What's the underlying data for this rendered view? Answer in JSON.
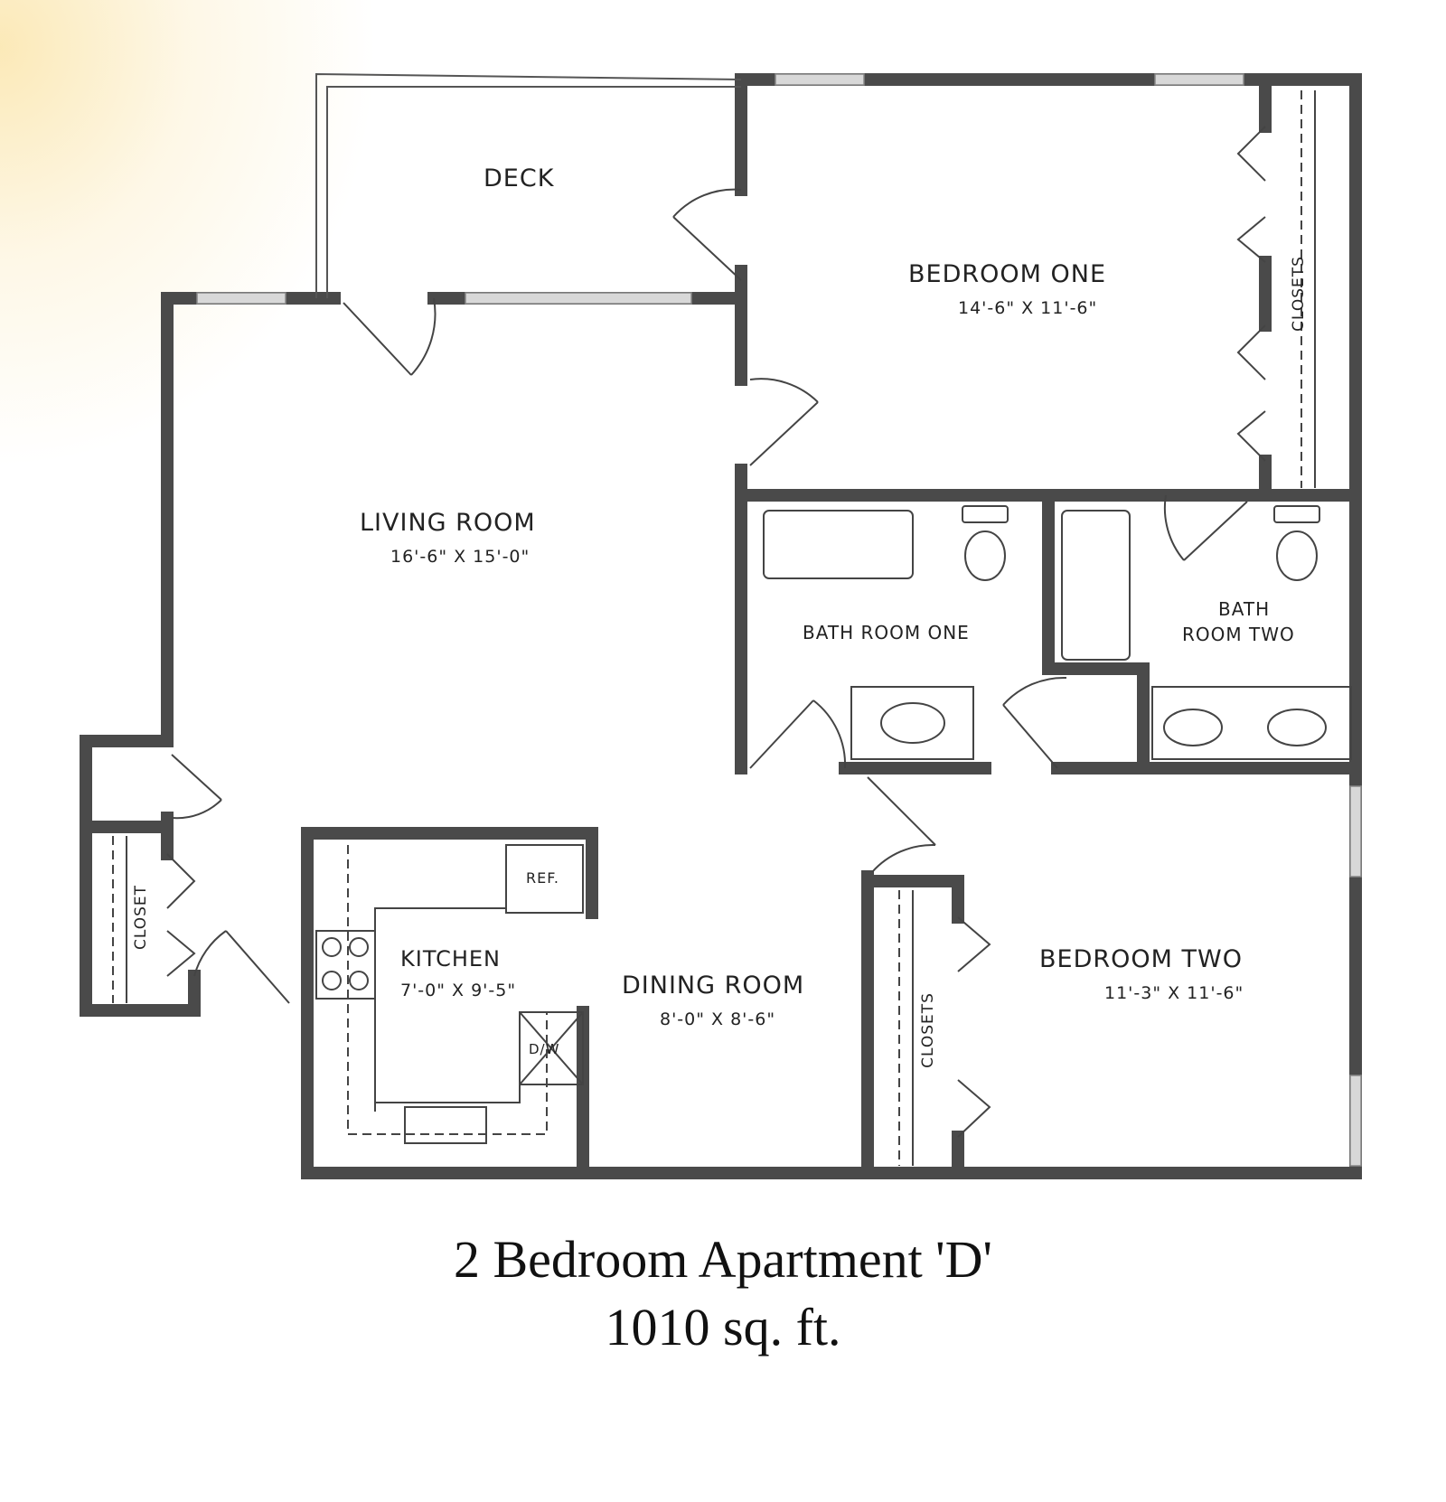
{
  "plan": {
    "title": "2 Bedroom Apartment 'D'",
    "area": "1010 sq. ft."
  },
  "rooms": {
    "deck": {
      "label": "DECK"
    },
    "bedroom_one": {
      "label": "BEDROOM ONE",
      "dimensions": "14'-6\" X 11'-6\""
    },
    "living_room": {
      "label": "LIVING ROOM",
      "dimensions": "16'-6\" X 15'-0\""
    },
    "bath_one": {
      "label": "BATH ROOM ONE"
    },
    "bath_two": {
      "label_line1": "BATH",
      "label_line2": "ROOM TWO"
    },
    "kitchen": {
      "label": "KITCHEN",
      "dimensions": "7'-0\" X 9'-5\""
    },
    "dining_room": {
      "label": "DINING ROOM",
      "dimensions": "8'-0\" X 8'-6\""
    },
    "bedroom_two": {
      "label": "BEDROOM TWO",
      "dimensions": "11'-3\" X 11'-6\""
    }
  },
  "fixtures": {
    "closets_bed1": "CLOSETS",
    "closet_entry": "CLOSET",
    "closets_bed2": "CLOSETS",
    "refrigerator": "REF.",
    "dishwasher": "D/W"
  },
  "colors": {
    "wall": "#4a4a4a",
    "window": "#d8d8d8",
    "background": "#ffffff",
    "accent_glow": "#fbe6b0"
  }
}
